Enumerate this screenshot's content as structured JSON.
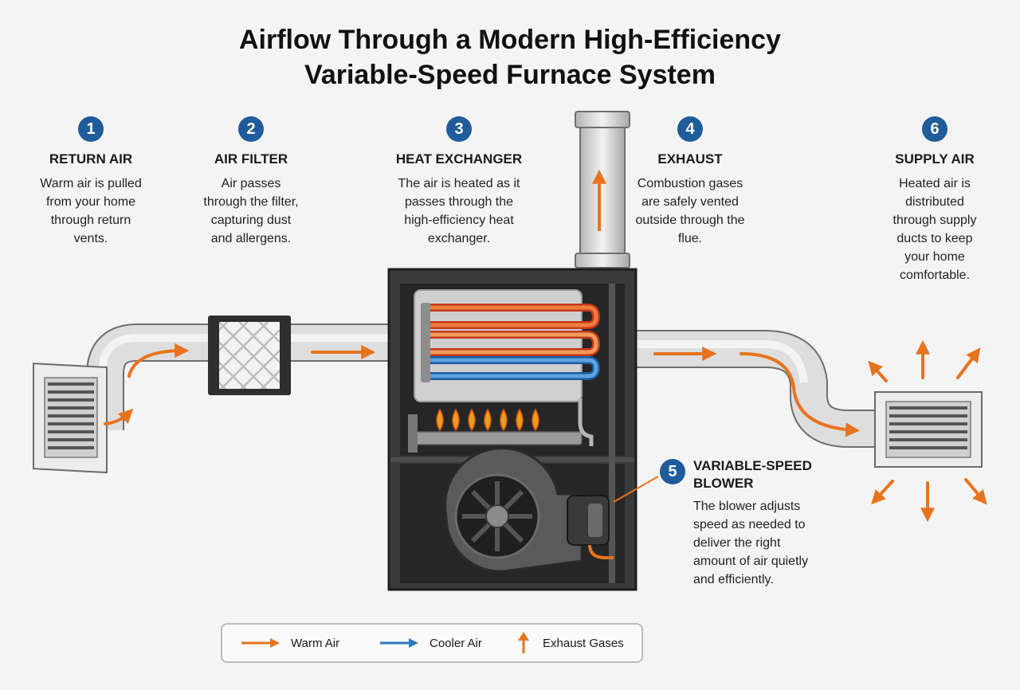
{
  "title": {
    "line1": "Airflow Through a Modern High-Efficiency",
    "line2": "Variable-Speed Furnace System"
  },
  "steps": [
    {
      "number": "1",
      "title": "RETURN AIR",
      "description": "Warm air is pulled from your home through return vents."
    },
    {
      "number": "2",
      "title": "AIR FILTER",
      "description": "Air passes through the filter, capturing dust and allergens."
    },
    {
      "number": "3",
      "title": "HEAT EXCHANGER",
      "description": "The air is heated as it passes through the high-efficiency heat exchanger."
    },
    {
      "number": "4",
      "title": "EXHAUST",
      "description": "Combustion gases are safely vented outside through the flue."
    },
    {
      "number": "5",
      "title": "VARIABLE-SPEED BLOWER",
      "description": "The blower adjusts speed as needed to deliver the right amount of air quietly and efficiently."
    },
    {
      "number": "6",
      "title": "SUPPLY AIR",
      "description": "Heated air is distributed through supply ducts to keep your home comfortable."
    }
  ],
  "legend": [
    {
      "label": "Warm Air",
      "color": "#e8731e",
      "icon": "right-arrow-icon"
    },
    {
      "label": "Cooler Air",
      "color": "#2a7ac0",
      "icon": "right-arrow-icon"
    },
    {
      "label": "Exhaust Gases",
      "color": "#e8731e",
      "icon": "up-arrow-icon"
    }
  ],
  "colors": {
    "warm": "#e8731e",
    "cool": "#2a7ac0",
    "badge": "#1f5c99",
    "duct": "#d9d9d9",
    "cabinet": "#3a3a3a"
  }
}
